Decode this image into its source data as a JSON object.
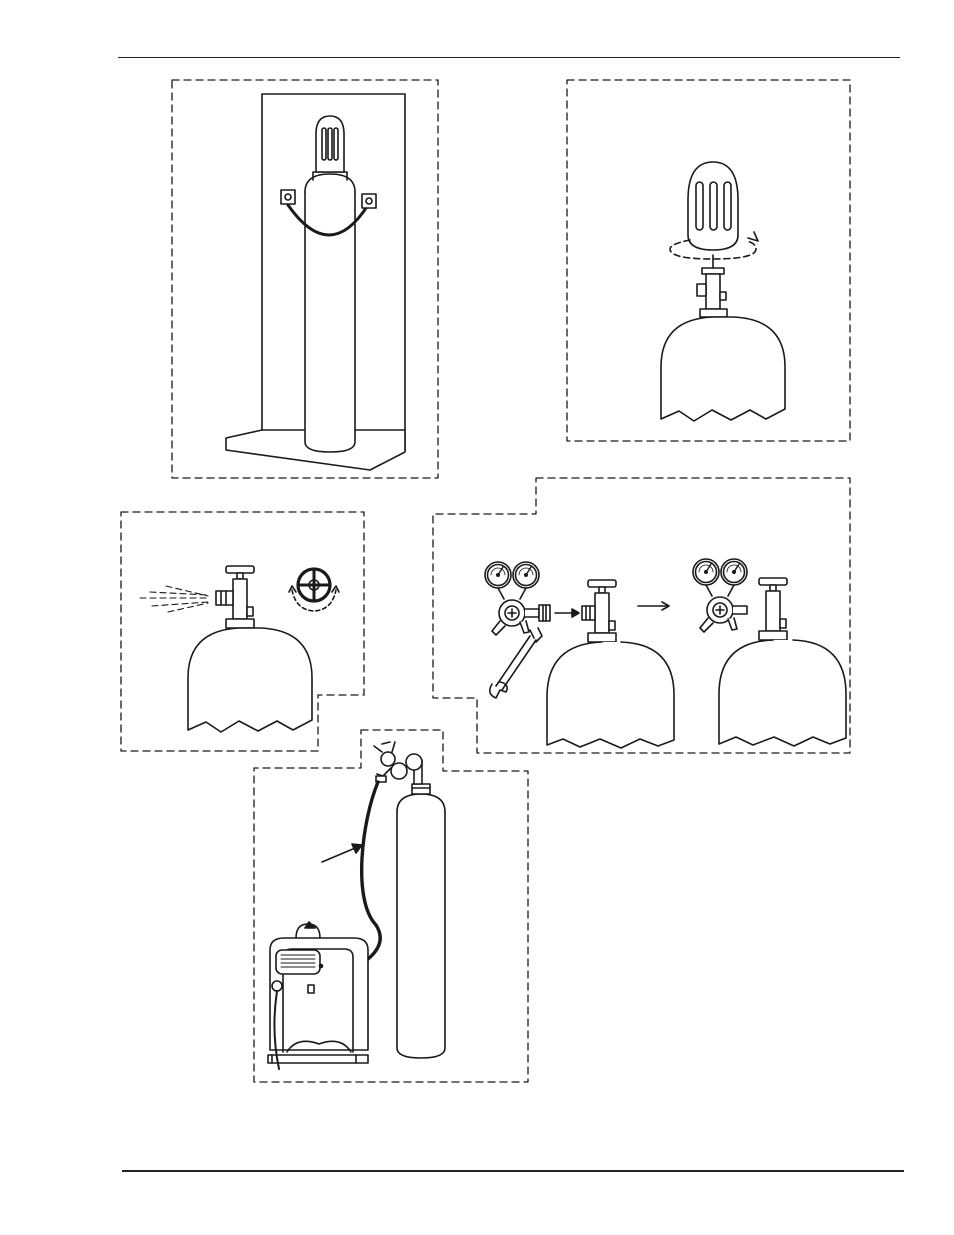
{
  "page": {
    "background": "#ffffff",
    "line_color": "#1a1a1a"
  },
  "panels": [
    {
      "id": "secure-cylinder",
      "icon": "cylinder-chained-to-wall-icon"
    },
    {
      "id": "remove-cap",
      "icon": "cylinder-cap-rotate-icon"
    },
    {
      "id": "crack-valve",
      "icon": "valve-purge-spray-icon"
    },
    {
      "id": "attach-regulator",
      "icon": "regulator-wrench-icon"
    },
    {
      "id": "connect-hose",
      "icon": "welder-hose-cylinder-icon"
    }
  ]
}
